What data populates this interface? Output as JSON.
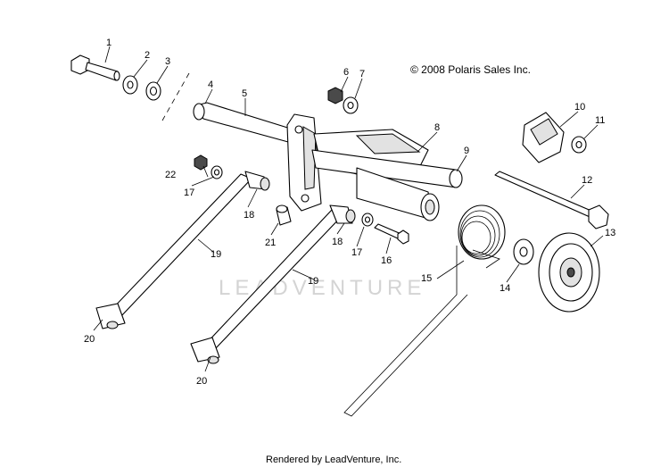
{
  "copyright": "© 2008 Polaris Sales Inc.",
  "footer": "Rendered by LeadVenture, Inc.",
  "watermark": "LEADVENTURE",
  "callouts": {
    "c1": "1",
    "c2": "2",
    "c3": "3",
    "c4": "4",
    "c5": "5",
    "c6": "6",
    "c7": "7",
    "c8": "8",
    "c9": "9",
    "c10": "10",
    "c11": "11",
    "c12": "12",
    "c13": "13",
    "c14": "14",
    "c15": "15",
    "c16": "16",
    "c17a": "17",
    "c17b": "17",
    "c18a": "18",
    "c18b": "18",
    "c19a": "19",
    "c19b": "19",
    "c20a": "20",
    "c20b": "20",
    "c21": "21",
    "c22": "22"
  },
  "colors": {
    "line": "#000000",
    "shade": "#e2e2e2",
    "dark": "#4a4a4a",
    "watermark": "#d4d4d4"
  }
}
